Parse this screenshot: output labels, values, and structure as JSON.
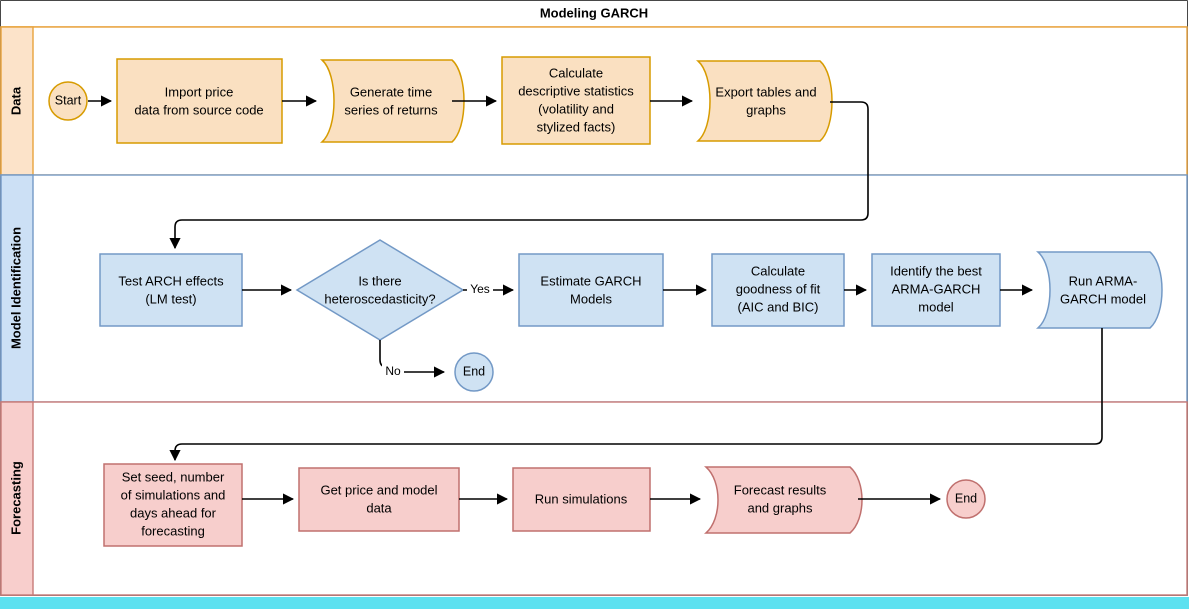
{
  "pool": {
    "title": "Modeling GARCH",
    "border_color": "#E8A33D",
    "bottom_accent_color": "#5CE1F0"
  },
  "lanes": [
    {
      "id": "data",
      "label": "Data",
      "fill": "#FCE3C9",
      "stroke": "#E8A33D",
      "body_fill": "#FFFFFF"
    },
    {
      "id": "model-identification",
      "label": "Model Identification",
      "fill": "#CCE0F5",
      "stroke": "#7399C6",
      "body_fill": "#FFFFFF"
    },
    {
      "id": "forecasting",
      "label": "Forecasting",
      "fill": "#F8CECC",
      "stroke": "#C87B78",
      "body_fill": "#FFFFFF"
    }
  ],
  "palette": {
    "orange_fill": "#FAE0C1",
    "orange_stroke": "#D79B00",
    "blue_fill": "#CFE2F3",
    "blue_stroke": "#7399C6",
    "pink_fill": "#F7CECC",
    "pink_stroke": "#C0706E",
    "line": "#000000"
  },
  "nodes": {
    "data_lane": [
      {
        "id": "start",
        "shape": "circle",
        "label": "Start"
      },
      {
        "id": "import-price-data",
        "shape": "process",
        "label": [
          "Import price",
          "data from source code"
        ]
      },
      {
        "id": "generate-time-series",
        "shape": "tape",
        "label": [
          "Generate time",
          "series of returns"
        ]
      },
      {
        "id": "calculate-descriptive-statistics",
        "shape": "process",
        "label": [
          "Calculate",
          "descriptive statistics",
          "(volatility and",
          "stylized facts)"
        ]
      },
      {
        "id": "export-tables-graphs",
        "shape": "tape",
        "label": [
          "Export tables and",
          "graphs"
        ]
      }
    ],
    "model_identification_lane": [
      {
        "id": "test-arch-effects",
        "shape": "process",
        "label": [
          "Test ARCH effects",
          "(LM test)"
        ]
      },
      {
        "id": "heteroscedasticity-decision",
        "shape": "diamond",
        "label": [
          "Is there",
          "heteroscedasticity?"
        ]
      },
      {
        "id": "end-no",
        "shape": "circle",
        "label": "End"
      },
      {
        "id": "estimate-garch-models",
        "shape": "process",
        "label": [
          "Estimate GARCH",
          "Models"
        ]
      },
      {
        "id": "calculate-goodness-of-fit",
        "shape": "process",
        "label": [
          "Calculate",
          "goodness of fit",
          "(AIC and BIC)"
        ]
      },
      {
        "id": "identify-best-model",
        "shape": "process",
        "label": [
          "Identify the best",
          "ARMA-GARCH",
          "model"
        ]
      },
      {
        "id": "run-arma-garch-model",
        "shape": "tape",
        "label": [
          "Run ARMA-",
          "GARCH model"
        ]
      }
    ],
    "forecasting_lane": [
      {
        "id": "set-seed-simulations",
        "shape": "process",
        "label": [
          "Set seed, number",
          "of simulations and",
          "days ahead for",
          "forecasting"
        ]
      },
      {
        "id": "get-price-model-data",
        "shape": "process",
        "label": [
          "Get price and model",
          "data"
        ]
      },
      {
        "id": "run-simulations",
        "shape": "process",
        "label": [
          "Run simulations"
        ]
      },
      {
        "id": "forecast-results-graphs",
        "shape": "tape",
        "label": [
          "Forecast results",
          "and graphs"
        ]
      },
      {
        "id": "end-forecast",
        "shape": "circle",
        "label": "End"
      }
    ]
  },
  "edge_labels": {
    "yes": "Yes",
    "no": "No"
  }
}
